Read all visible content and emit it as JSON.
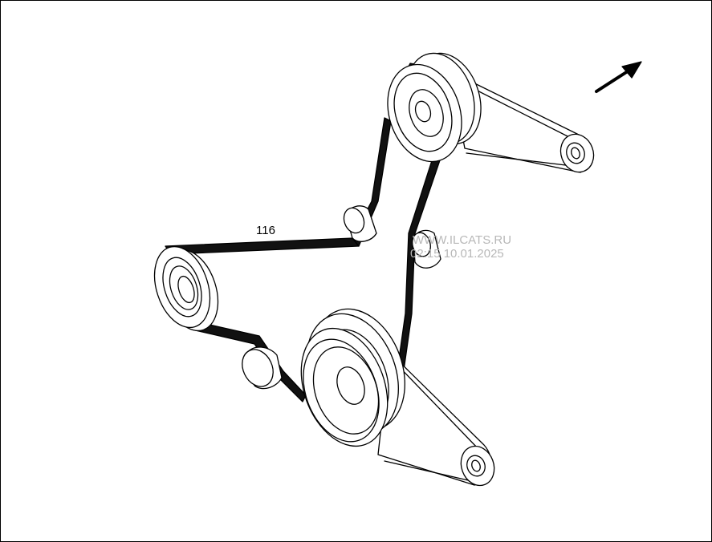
{
  "diagram": {
    "callout_label": "116"
  },
  "watermark": {
    "line1": "WWW.ILCATS.RU",
    "line2": "02:15 10.01.2025"
  },
  "colors": {
    "line": "#000000",
    "belt": "#111111",
    "background": "#ffffff",
    "watermark": "#b8b8b8"
  }
}
